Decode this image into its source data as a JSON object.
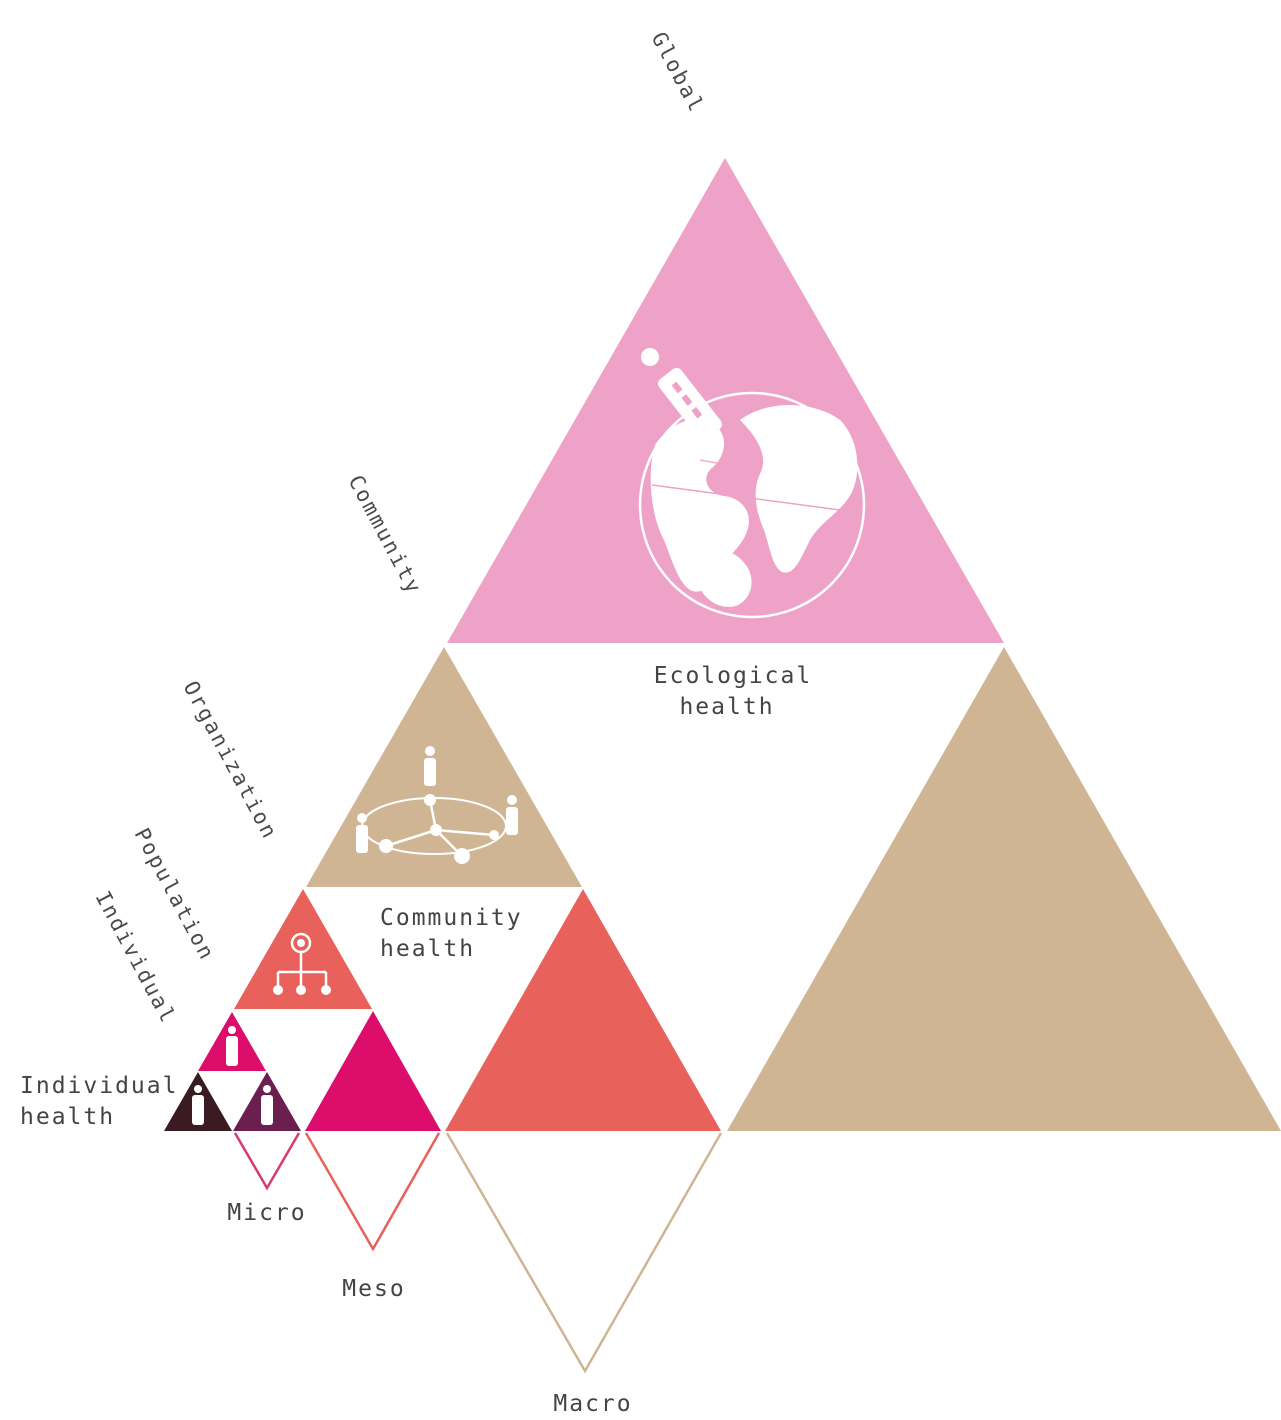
{
  "levels": {
    "global": "Global",
    "community": "Community",
    "organization": "Organization",
    "population": "Population",
    "individual": "Individual"
  },
  "health": {
    "ecological": [
      "Ecological",
      "health"
    ],
    "community": [
      "Community",
      "health"
    ],
    "individual": [
      "Individual",
      "health"
    ]
  },
  "scales": {
    "micro": "Micro",
    "meso": "Meso",
    "macro": "Macro"
  },
  "icons": {
    "globe": "globe-icon",
    "network": "people-network-icon",
    "hierarchy": "org-hierarchy-icon",
    "person": "person-icon"
  },
  "colors": {
    "pink": "#EEA2C8",
    "tan": "#CFB594",
    "coral": "#E8615A",
    "magenta": "#DD0D6B",
    "plum": "#6A1F4E",
    "dark": "#3A1B22",
    "micro_outline": "#D63A76",
    "meso_outline": "#E8615A",
    "macro_outline": "#CFB594"
  }
}
